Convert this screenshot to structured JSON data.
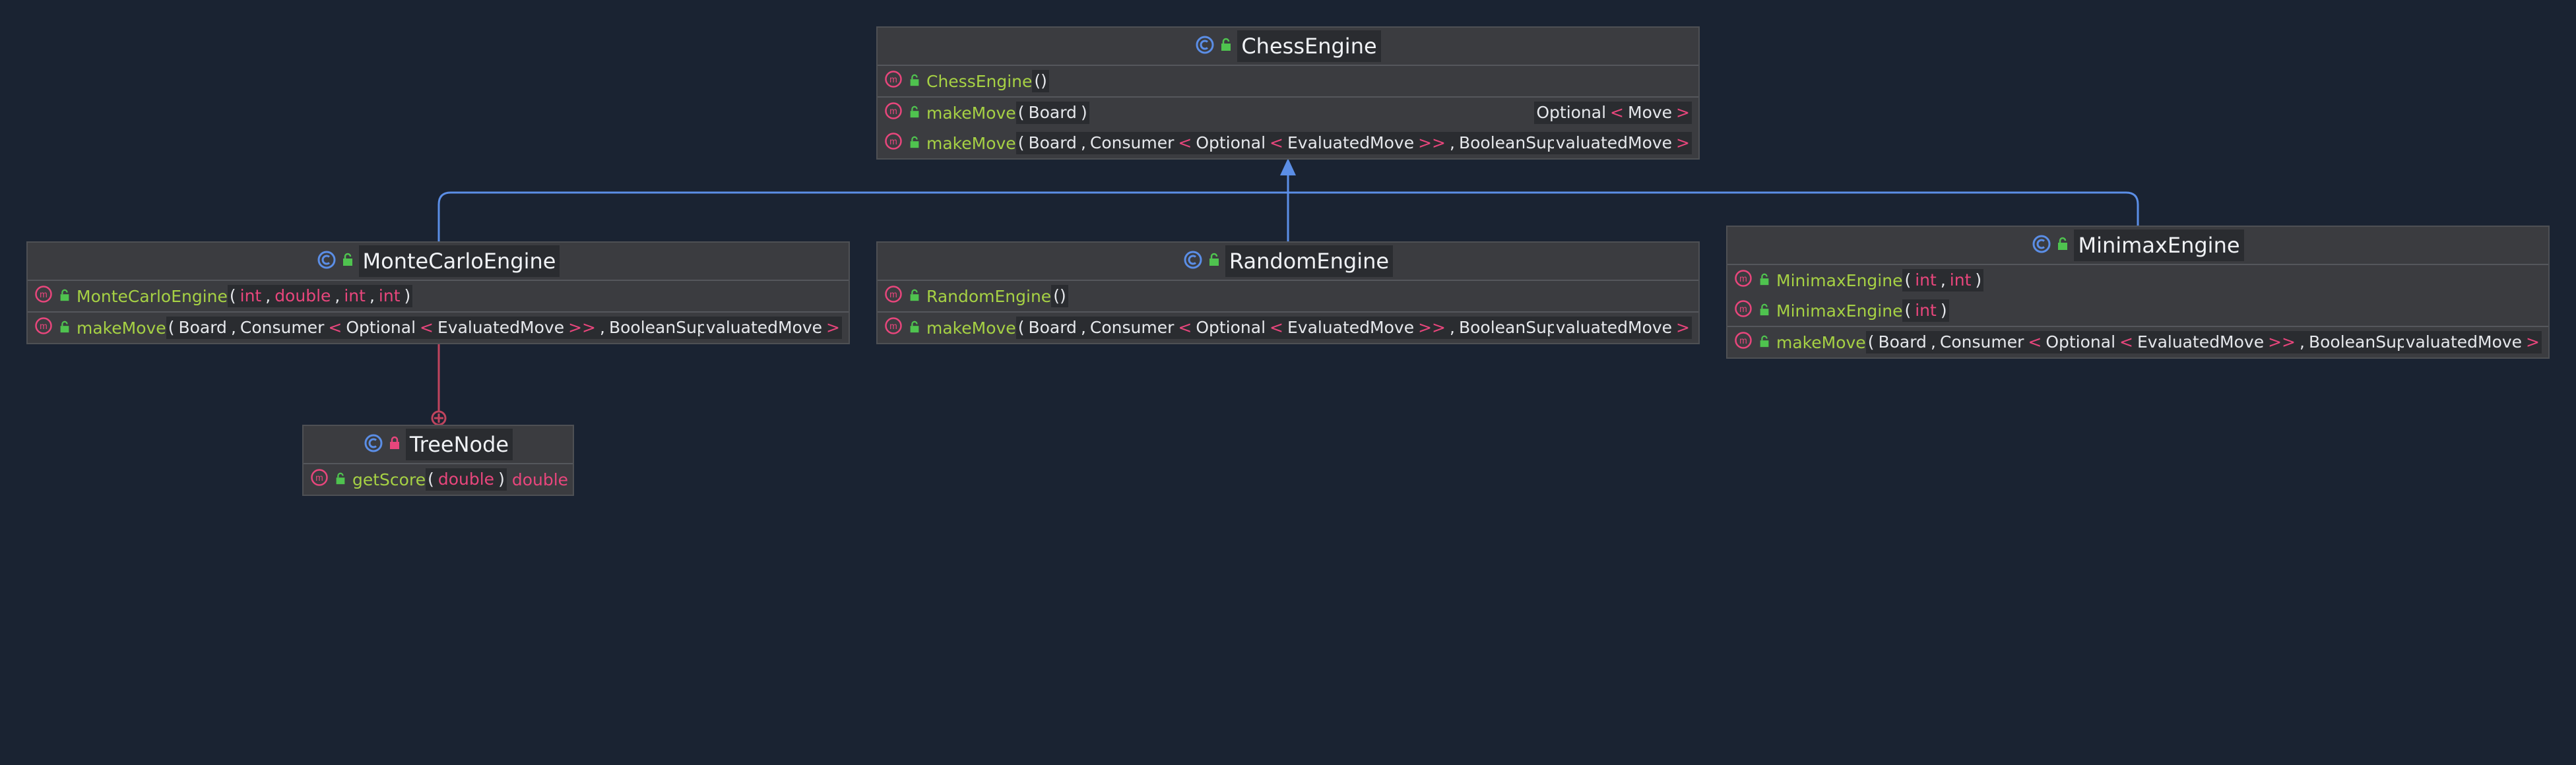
{
  "colors": {
    "background": "#1a2332",
    "node_bg": "#3b3c40",
    "method_name": "#a6d144",
    "keyword": "#e8467c",
    "edge": "#5b8ee6",
    "composition_edge": "#c0445e"
  },
  "nodes": {
    "chess_engine": {
      "title": "ChessEngine",
      "ctor": {
        "name": "ChessEngine",
        "params": "()"
      },
      "m1": {
        "name": "makeMove",
        "p0": "(",
        "p1": "Board",
        "p2": ")",
        "ret": "Optional",
        "ret_lt": "<",
        "ret_arg": "Move",
        "ret_gt": ">"
      },
      "m2": {
        "name": "makeMove",
        "p0": "(",
        "p1": "Board",
        "c1": ",",
        "p2": "Consumer",
        "lt1": "<",
        "p3": "Optional",
        "lt2": "<",
        "p4": "EvaluatedMove",
        "gt": ">>",
        "c2": ",",
        "p5": "BooleanSupplier",
        "p6": ")",
        "ret": "valuatedMove",
        "ret_gt": ">"
      }
    },
    "monte_carlo": {
      "title": "MonteCarloEngine",
      "ctor": {
        "name": "MonteCarloEngine",
        "p0": "(",
        "a1": "int",
        "c1": ",",
        "a2": "double",
        "c2": ",",
        "a3": "int",
        "c3": ",",
        "a4": "int",
        "p1": ")"
      },
      "m1": {
        "name": "makeMove",
        "p0": "(",
        "p1": "Board",
        "c1": ",",
        "p2": "Consumer",
        "lt1": "<",
        "p3": "Optional",
        "lt2": "<",
        "p4": "EvaluatedMove",
        "gt": ">>",
        "c2": ",",
        "p5": "BooleanSupplier",
        "p6": ")",
        "ret": "valuatedMove",
        "ret_gt": ">"
      }
    },
    "random": {
      "title": "RandomEngine",
      "ctor": {
        "name": "RandomEngine",
        "params": "()"
      },
      "m1": {
        "name": "makeMove",
        "p0": "(",
        "p1": "Board",
        "c1": ",",
        "p2": "Consumer",
        "lt1": "<",
        "p3": "Optional",
        "lt2": "<",
        "p4": "EvaluatedMove",
        "gt": ">>",
        "c2": ",",
        "p5": "BooleanSupplier",
        "p6": ")",
        "ret": "valuatedMove",
        "ret_gt": ">"
      }
    },
    "minimax": {
      "title": "MinimaxEngine",
      "ctor1": {
        "name": "MinimaxEngine",
        "p0": "(",
        "a1": "int",
        "c1": ",",
        "a2": "int",
        "p1": ")"
      },
      "ctor2": {
        "name": "MinimaxEngine",
        "p0": "(",
        "a1": "int",
        "p1": ")"
      },
      "m1": {
        "name": "makeMove",
        "p0": "(",
        "p1": "Board",
        "c1": ",",
        "p2": "Consumer",
        "lt1": "<",
        "p3": "Optional",
        "lt2": "<",
        "p4": "EvaluatedMove",
        "gt": ">>",
        "c2": ",",
        "p5": "BooleanSupplier",
        "p6": ")",
        "ret": "valuatedMove",
        "ret_gt": ">"
      }
    },
    "tree_node": {
      "title": "TreeNode",
      "m1": {
        "name": "getScore",
        "p0": "(",
        "a1": "double",
        "p1": ")",
        "ret": "double"
      }
    }
  },
  "icons": {
    "class": "class-icon",
    "method": "method-icon",
    "public": "public-lock-icon",
    "private": "private-lock-icon"
  }
}
